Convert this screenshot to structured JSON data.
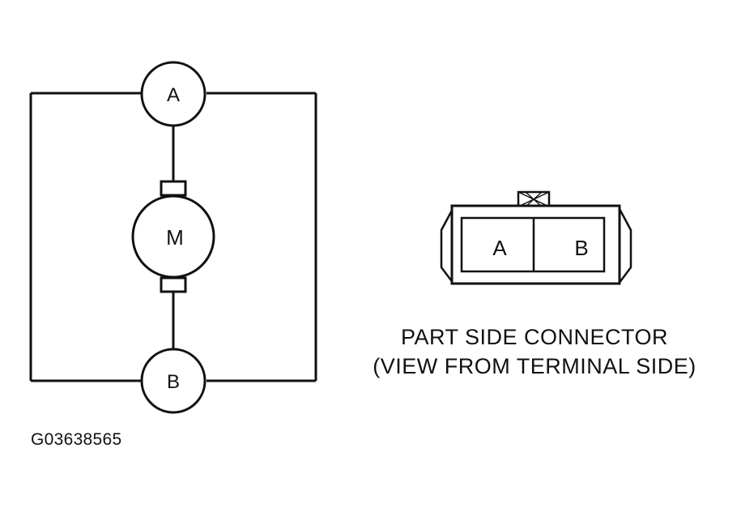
{
  "circuit": {
    "terminal_a_label": "A",
    "terminal_b_label": "B",
    "motor_label": "M"
  },
  "connector": {
    "pin_a_label": "A",
    "pin_b_label": "B",
    "caption_line1": "PART SIDE CONNECTOR",
    "caption_line2": "(VIEW FROM TERMINAL SIDE)"
  },
  "figure_id": "G03638565",
  "colors": {
    "ink": "#111111",
    "background": "#ffffff"
  }
}
